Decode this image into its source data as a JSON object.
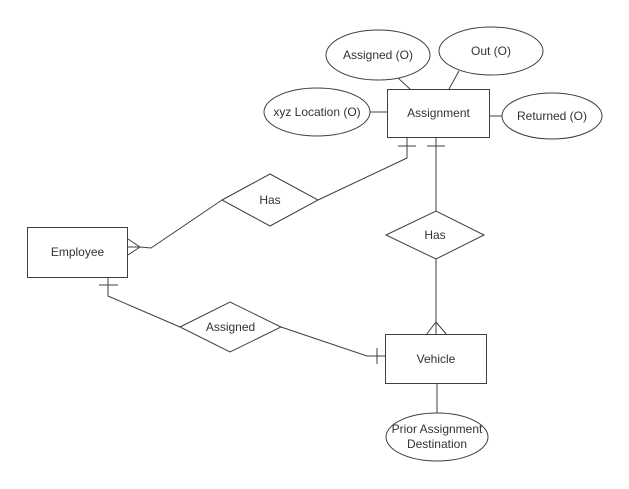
{
  "colors": {
    "background": "#ffffff",
    "shape_fill": "#ffffff",
    "stroke": "#3f3f3f",
    "text": "#333333"
  },
  "entities": [
    {
      "label": "Employee"
    },
    {
      "label": "Assignment"
    },
    {
      "label": "Vehicle"
    }
  ],
  "relationships": [
    {
      "label": "Has"
    },
    {
      "label": "Has"
    },
    {
      "label": "Assigned"
    }
  ],
  "attributes": [
    {
      "label": "Assigned (O)"
    },
    {
      "label": "Out (O)"
    },
    {
      "label": "xyz Location (O)"
    },
    {
      "label": "Returned (O)"
    },
    {
      "label": "Prior Assignment Destination"
    }
  ]
}
